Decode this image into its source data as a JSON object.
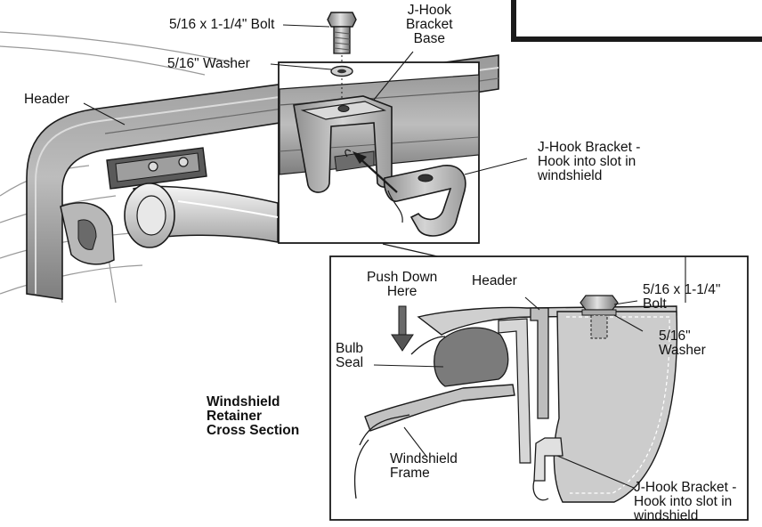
{
  "labels": {
    "top_bolt": "5/16 x 1-1/4\" Bolt",
    "top_washer": "5/16\" Washer",
    "header_main": "Header",
    "jhook_base": "J-Hook\nBracket\nBase",
    "jhook_bracket_top": "J-Hook Bracket -\nHook into slot in\nwindshield",
    "push_down": "Push Down\nHere",
    "header_inset": "Header",
    "bolt_inset": "5/16 x 1-1/4\"\nBolt",
    "washer_inset": "5/16\"\nWasher",
    "bulb_seal": "Bulb\nSeal",
    "windshield_frame": "Windshield\nFrame",
    "jhook_bracket_bottom": "J-Hook Bracket -\nHook into slot in\nwindshield",
    "cross_section_title": "Windshield\nRetainer\nCross Section"
  },
  "colors": {
    "line": "#1a1a1a",
    "part_fill": "#c8c8c8",
    "dark_fill": "#8c8c8c",
    "light_fill": "#e6e6e6",
    "seal_fill": "#7a7a7a"
  }
}
